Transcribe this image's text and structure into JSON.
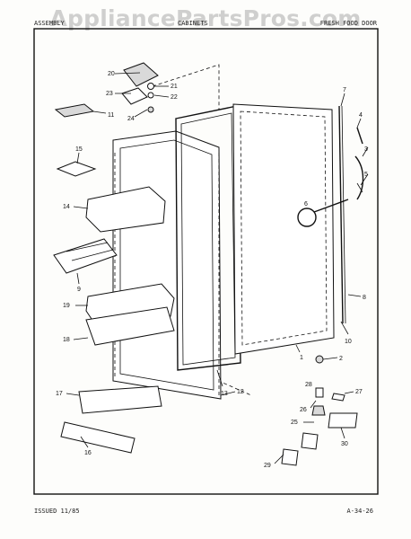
{
  "watermark": "AppliancePartsPros.com",
  "header": {
    "left": "ASSEMBLY",
    "middle": "CABINETS",
    "right": "FRESH FOOD DOOR"
  },
  "footer": {
    "issued": "ISSUED 11/85",
    "page_ref": "A-34-26"
  },
  "callouts": [
    "1",
    "2",
    "3",
    "4",
    "5",
    "6",
    "7",
    "8",
    "9",
    "10",
    "11",
    "12",
    "13",
    "14",
    "15",
    "16",
    "17",
    "18",
    "19",
    "20",
    "21",
    "22",
    "23",
    "24",
    "25",
    "26",
    "27",
    "28",
    "29",
    "30"
  ]
}
